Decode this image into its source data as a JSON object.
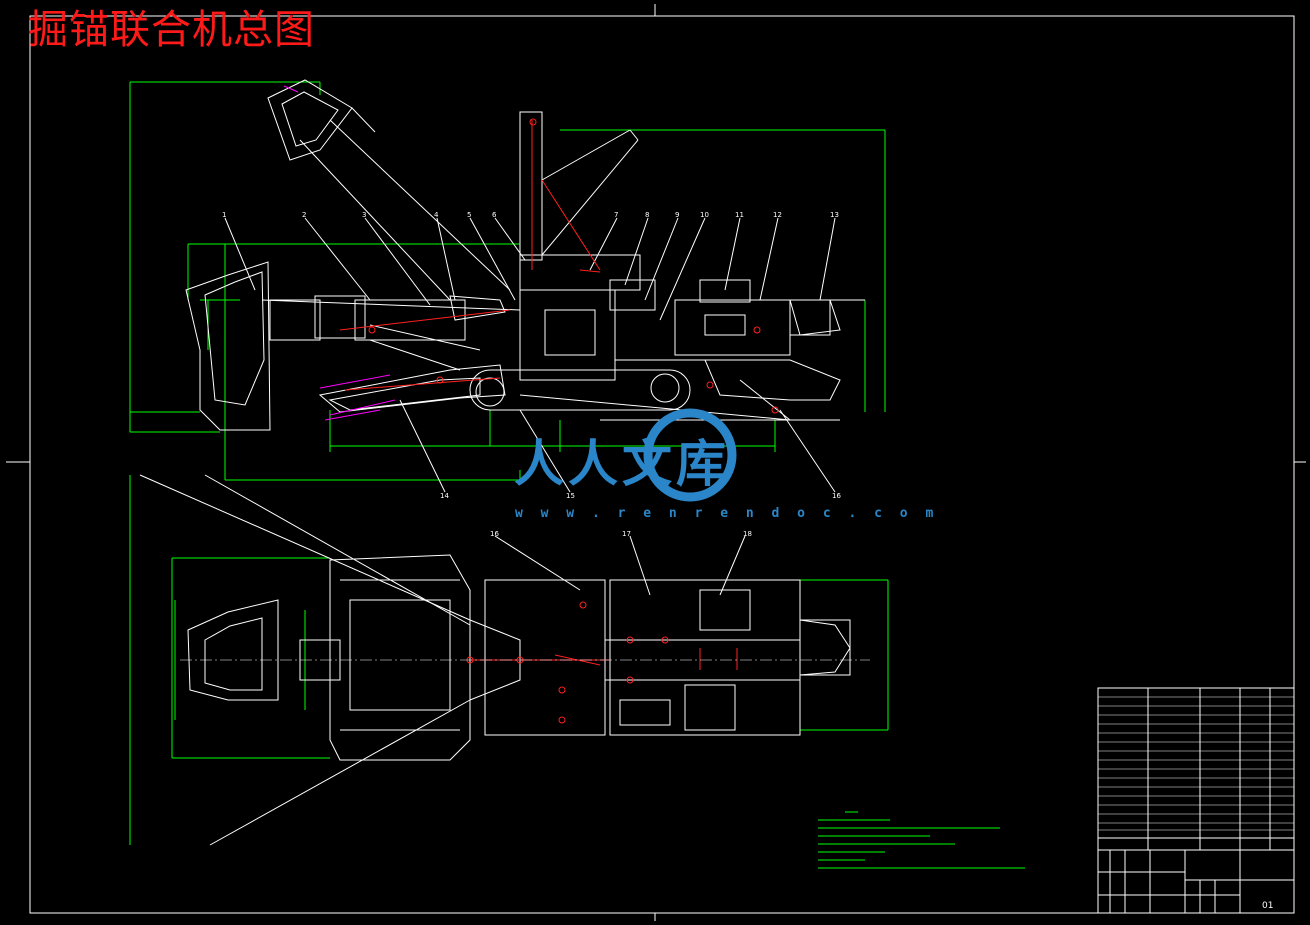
{
  "title": "掘锚联合机总图",
  "watermark": {
    "brand": "人人文库",
    "url": "w w w . r e n r e n d o c . c o m"
  },
  "title_block": {
    "drawing_no": "01"
  },
  "colors": {
    "background": "#000000",
    "frame": "#ffffff",
    "dimension": "#00ff00",
    "centerline": "#ff0000",
    "accent": "#ff00ff",
    "title": "#ff1a1a",
    "watermark": "#2a86c8"
  },
  "callouts": [
    "1",
    "2",
    "3",
    "4",
    "5",
    "6",
    "7",
    "8",
    "9",
    "10",
    "11",
    "12",
    "13",
    "14",
    "15",
    "16",
    "17",
    "18"
  ]
}
